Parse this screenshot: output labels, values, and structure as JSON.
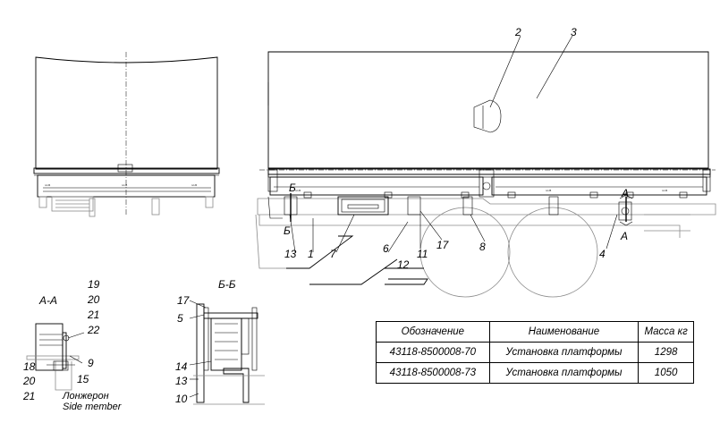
{
  "callouts": {
    "c1": "1",
    "c2": "2",
    "c3": "3",
    "c4": "4",
    "c5": "5",
    "c6": "6",
    "c7": "7",
    "c8": "8",
    "c9": "9",
    "c10": "10",
    "c11": "11",
    "c12": "12",
    "c13": "13",
    "c13b": "13",
    "c14": "14",
    "c15": "15",
    "c17": "17",
    "c17b": "17",
    "c18": "18",
    "c19": "19",
    "c20": "20",
    "c20b": "20",
    "c21": "21",
    "c21b": "21",
    "c22": "22"
  },
  "sections": {
    "aa_title": "А-А",
    "bb_title": "Б-Б",
    "mark_a_top": "А",
    "mark_a_bottom": "А",
    "mark_b_top": "Б",
    "mark_b_bottom": "Б"
  },
  "side_member": {
    "ru": "Лонжерон",
    "en": "Side member"
  },
  "table": {
    "headers": [
      "Обозначение",
      "Наименование",
      "Масса кг"
    ],
    "rows": [
      [
        "43118-8500008-70",
        "Установка платформы",
        "1298"
      ],
      [
        "43118-8500008-73",
        "Установка платформы",
        "1050"
      ]
    ]
  }
}
